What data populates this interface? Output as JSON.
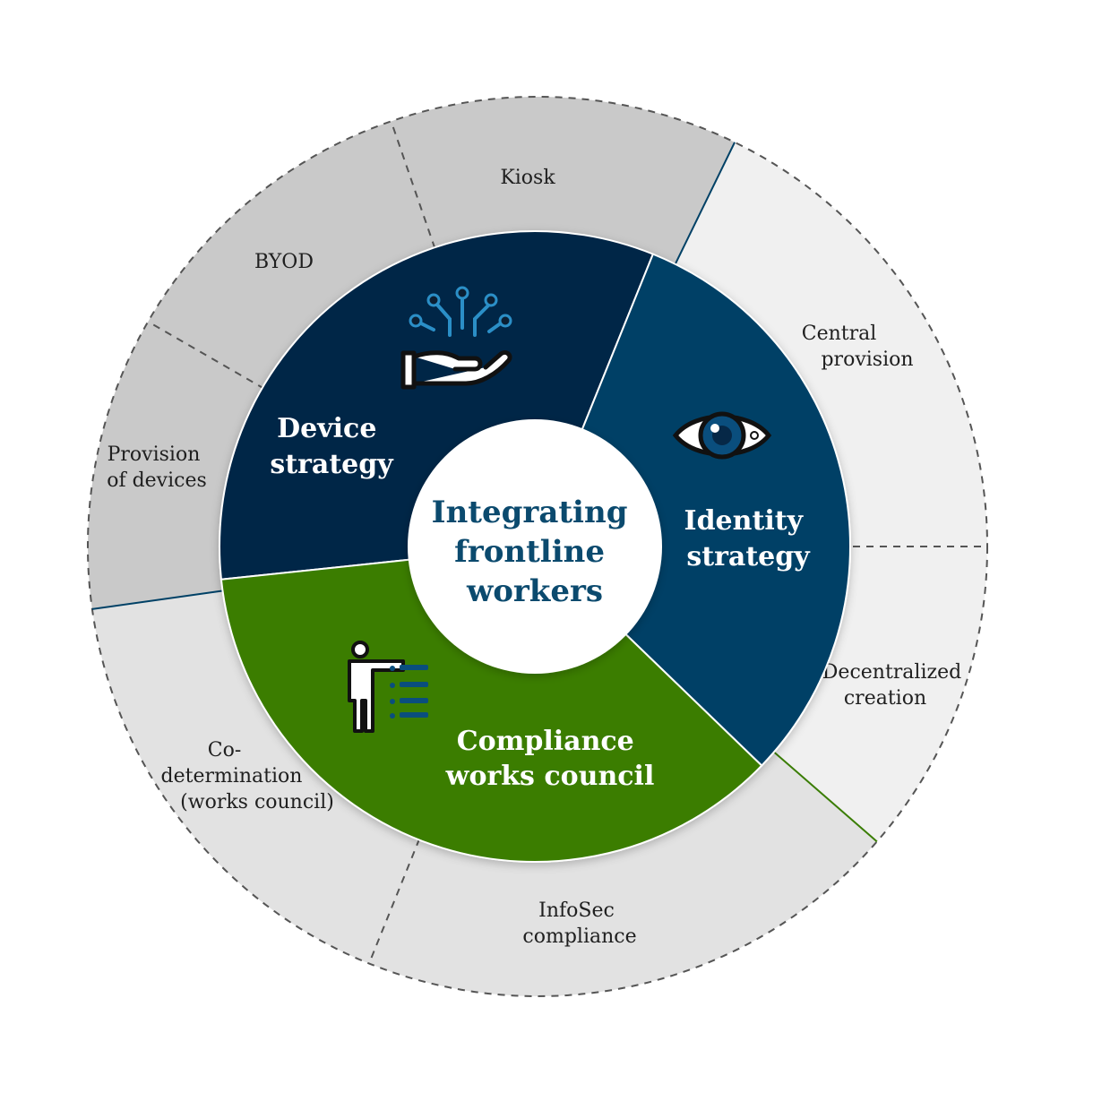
{
  "center": {
    "lines": [
      "Integrating",
      "frontline",
      "workers"
    ]
  },
  "colors": {
    "device": "#062847",
    "identity": "#004166",
    "compliance": "#3a7d04",
    "outer_device": "#c9c9c9",
    "outer_identity": "#f0f0f0",
    "outer_compliance": "#e2e2e2",
    "center_text": "#0b4a6e"
  },
  "segments": [
    {
      "id": "device",
      "title": [
        "Device",
        "strategy"
      ],
      "icon": "hand-circuit-icon",
      "items": [
        [
          "Provision",
          "of devices"
        ],
        [
          "BYOD"
        ],
        [
          "Kiosk"
        ]
      ]
    },
    {
      "id": "identity",
      "title": [
        "Identity",
        "strategy"
      ],
      "icon": "eye-icon",
      "items": [
        [
          "Central",
          "provision"
        ],
        [
          "Decentralized",
          "creation"
        ]
      ]
    },
    {
      "id": "compliance",
      "title": [
        "Compliance",
        "works council"
      ],
      "icon": "presenter-list-icon",
      "items": [
        [
          "InfoSec",
          "compliance"
        ],
        [
          "Co-",
          "determination",
          "(works council)"
        ]
      ]
    }
  ]
}
